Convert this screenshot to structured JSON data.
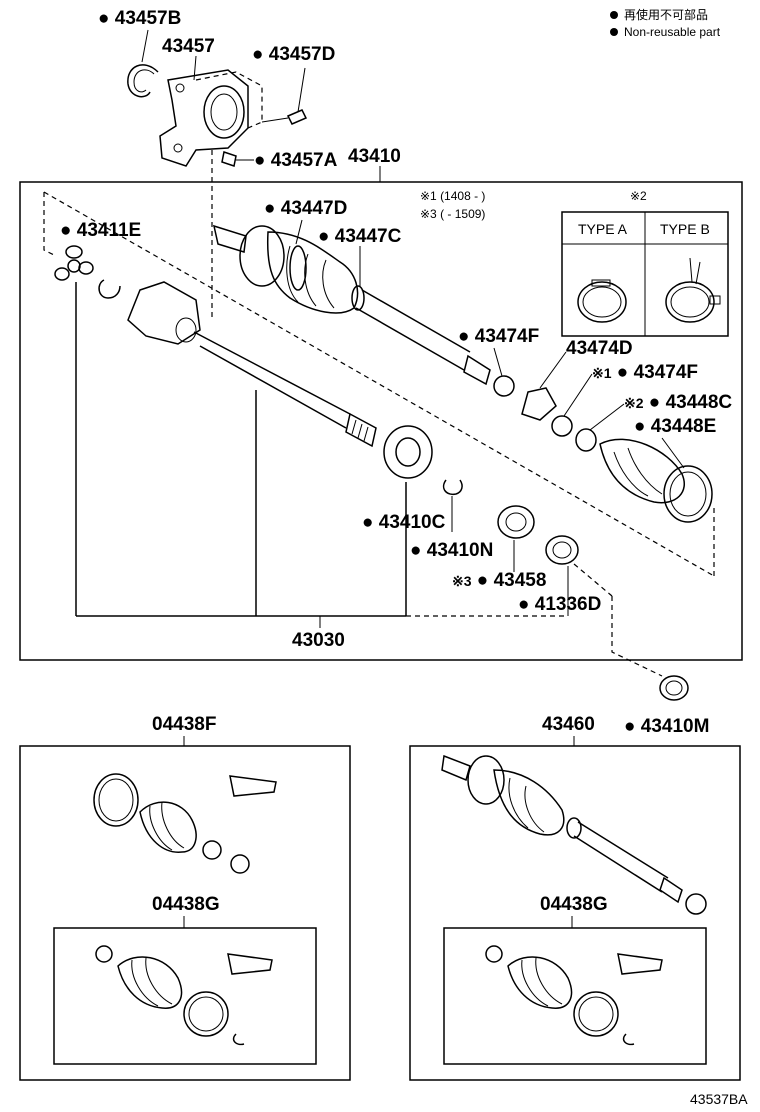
{
  "legend": {
    "items": [
      {
        "marker": "●",
        "text": "再使用不可部品"
      },
      {
        "marker": "●",
        "text": "Non-reusable part"
      }
    ]
  },
  "notes": {
    "n1": "※1 (1408 -        )",
    "n3": "※3 (         - 1509)",
    "n2": "※2",
    "type_a": "TYPE A",
    "type_b": "TYPE B"
  },
  "callouts": {
    "p43457B": "43457B",
    "p43457": "43457",
    "p43457D": "43457D",
    "p43457A": "43457A",
    "p43410": "43410",
    "p43447D": "43447D",
    "p43447C": "43447C",
    "p43411E": "43411E",
    "p43474F_a": "43474F",
    "p43474D": "43474D",
    "p43474F_b": "43474F",
    "p43474F_b_prefix": "※1",
    "p43448C": "43448C",
    "p43448C_prefix": "※2",
    "p43448E": "43448E",
    "p43410C": "43410C",
    "p43410N": "43410N",
    "p43458": "43458",
    "p43458_prefix": "※3",
    "p41336D": "41336D",
    "p43030": "43030",
    "p43410M": "43410M",
    "p04438F": "04438F",
    "p04438G_left": "04438G",
    "p43460": "43460",
    "p04438G_right": "04438G"
  },
  "footer": {
    "code": "43537BA"
  }
}
